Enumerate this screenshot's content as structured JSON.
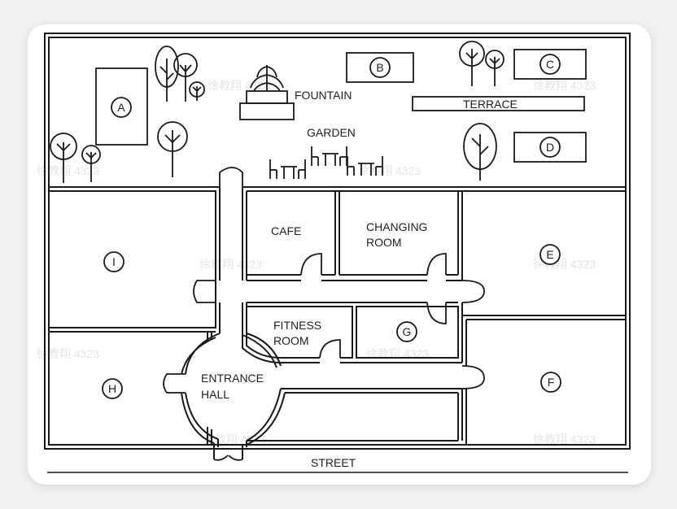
{
  "labels": {
    "fountain": "FOUNTAIN",
    "terrace": "TERRACE",
    "garden": "GARDEN",
    "cafe": "CAFE",
    "changing_room_line1": "CHANGING",
    "changing_room_line2": "ROOM",
    "fitness_room_line1": "FITNESS",
    "fitness_room_line2": "ROOM",
    "entrance_hall_line1": "ENTRANCE",
    "entrance_hall_line2": "HALL",
    "street": "STREET"
  },
  "markers": {
    "a": "A",
    "b": "B",
    "c": "C",
    "d": "D",
    "e": "E",
    "f": "F",
    "g": "G",
    "h": "H",
    "i": "I"
  },
  "watermark": "徐教翔 4323",
  "colors": {
    "wall": "#1a1a1a",
    "background": "#ffffff"
  }
}
